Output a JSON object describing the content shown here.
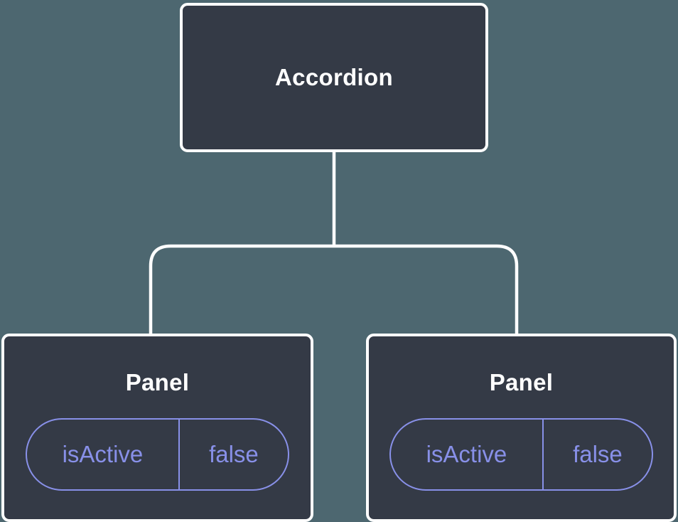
{
  "diagram": {
    "type": "component-tree",
    "root": {
      "label": "Accordion"
    },
    "children": [
      {
        "label": "Panel",
        "state": {
          "name": "isActive",
          "value": "false"
        }
      },
      {
        "label": "Panel",
        "state": {
          "name": "isActive",
          "value": "false"
        }
      }
    ]
  },
  "colors": {
    "background": "#4D6770",
    "node_fill": "#343A46",
    "node_border": "#FFFFFF",
    "label_text": "#FFFFFF",
    "state_accent": "#8890E8",
    "connector": "#FFFFFF"
  }
}
